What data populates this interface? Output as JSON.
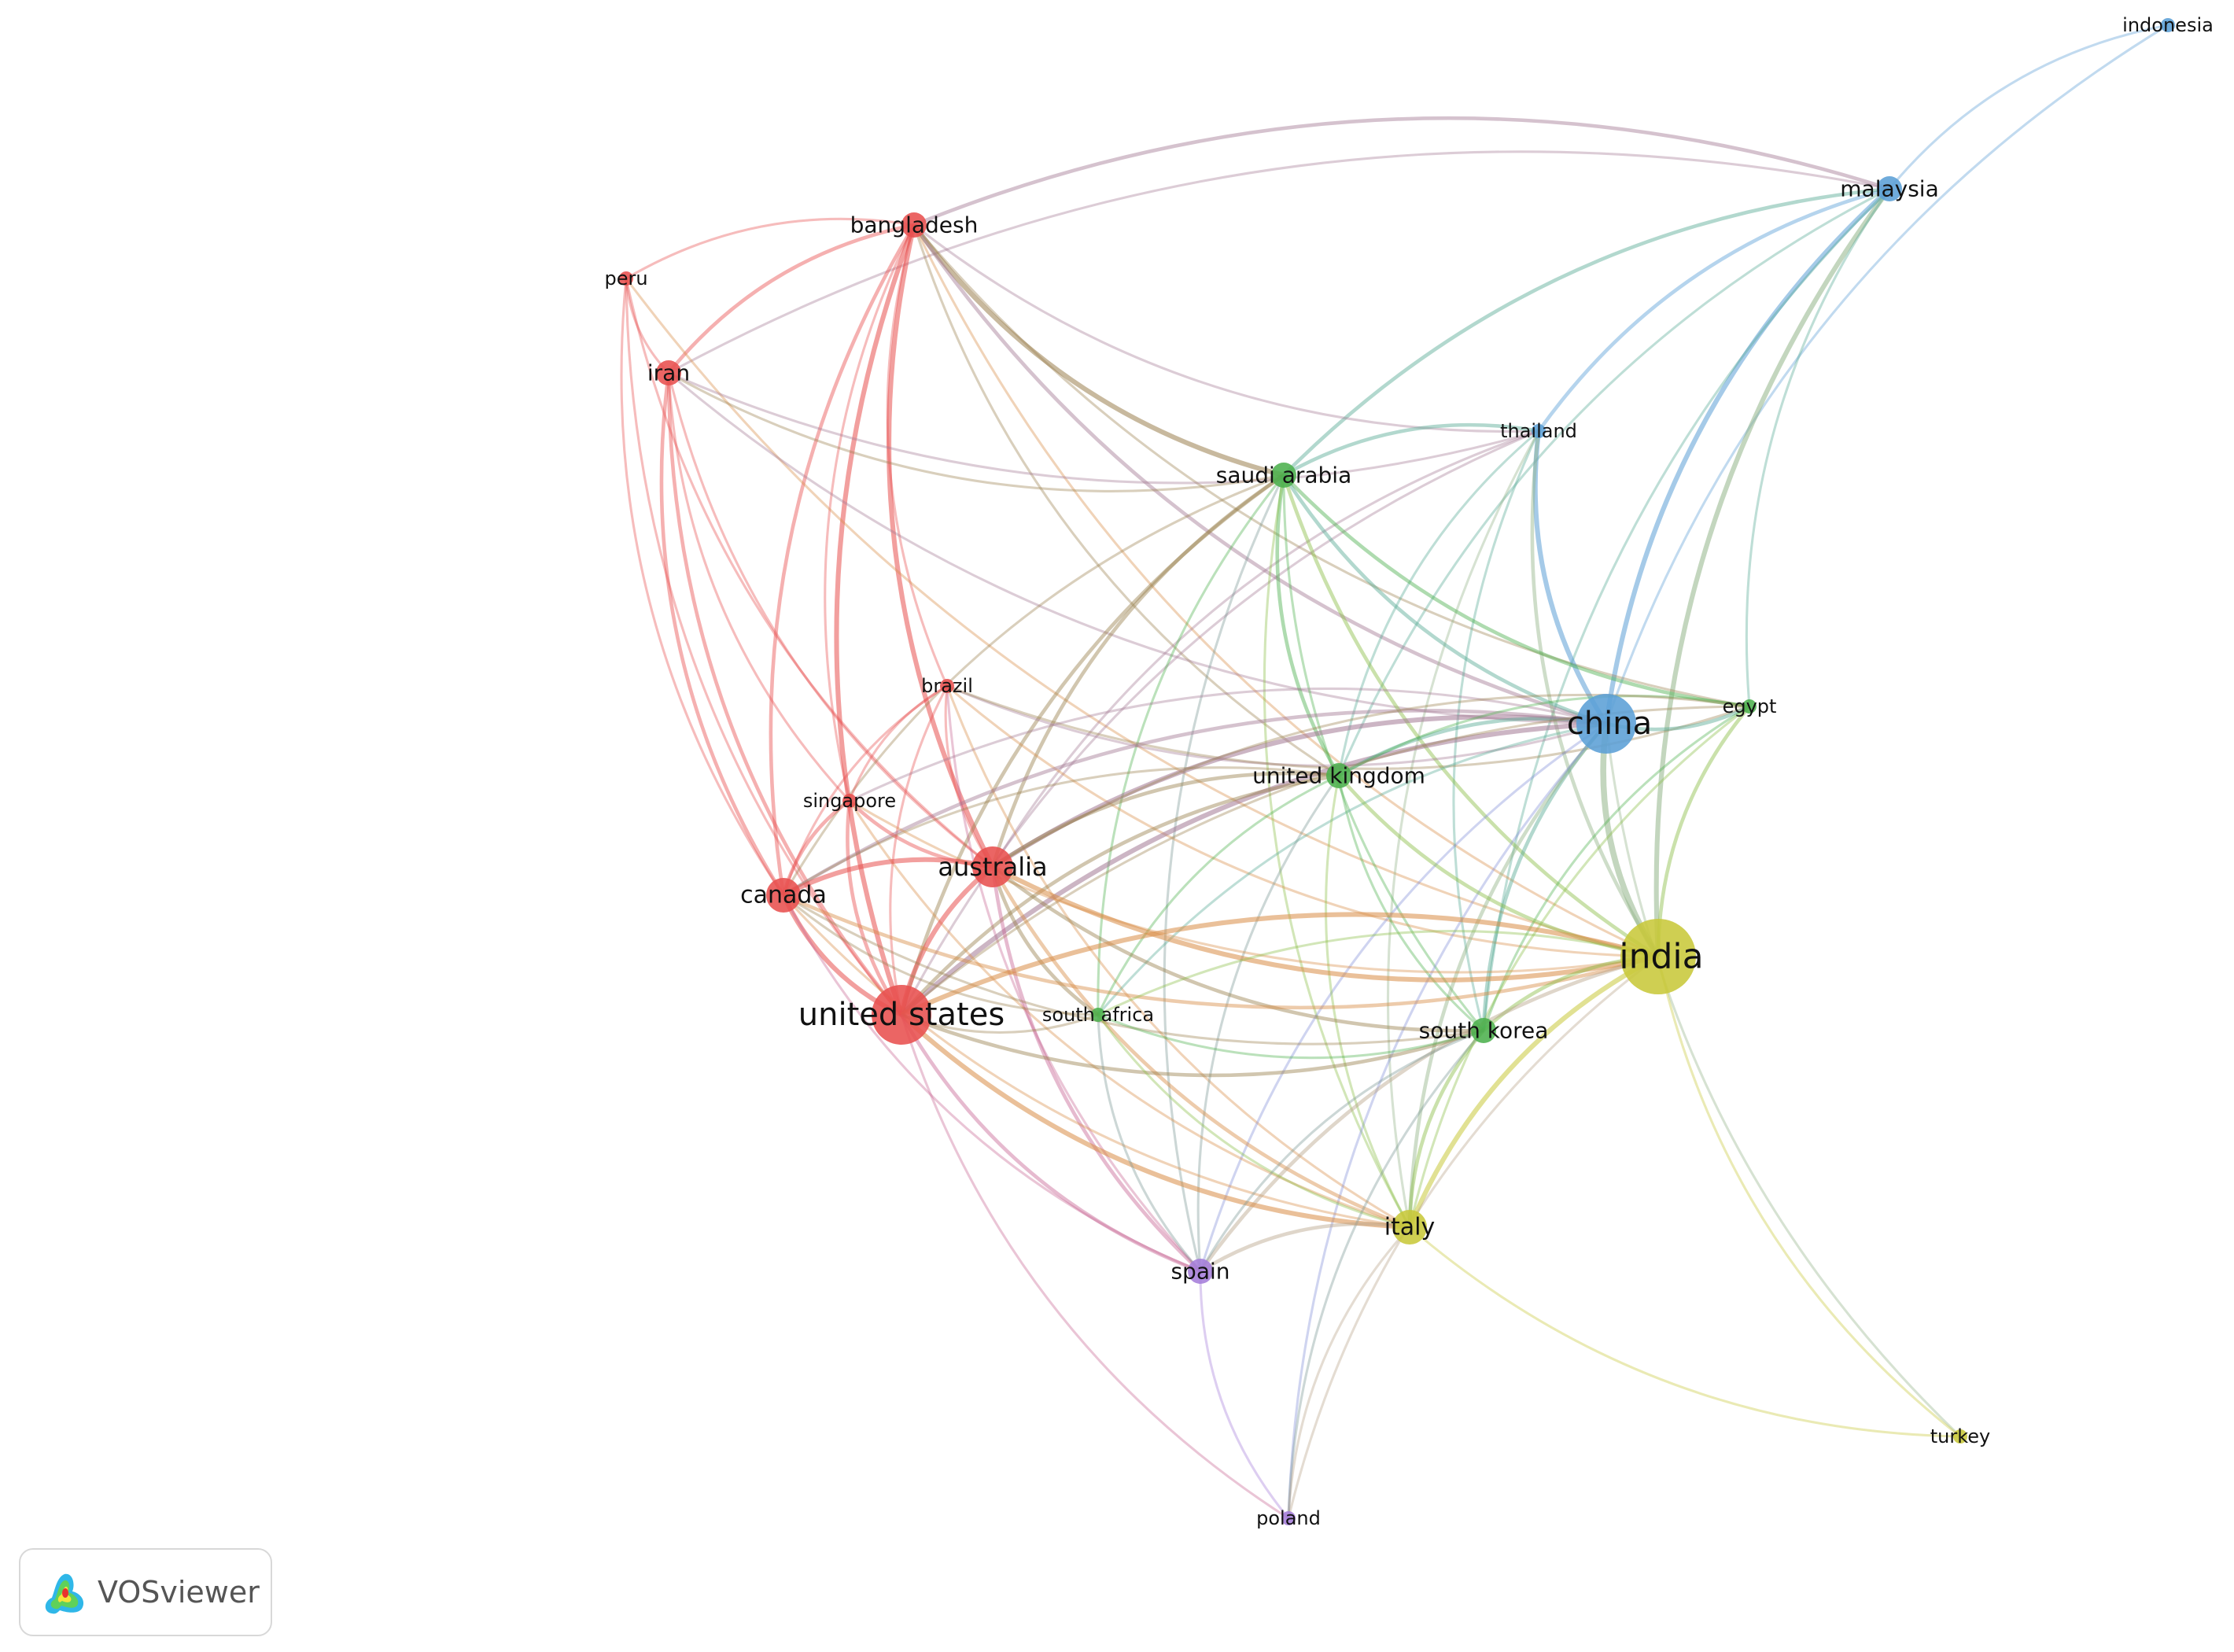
{
  "branding": {
    "app_name": "VOSviewer"
  },
  "cluster_colors": {
    "red": "#e8504f",
    "green": "#4cb04d",
    "blue": "#5b9fd6",
    "yellow": "#c8c83a",
    "purple": "#a57dd9"
  },
  "nodes": [
    {
      "id": "indonesia",
      "label": "indonesia",
      "cluster": "blue",
      "weight": 1
    },
    {
      "id": "malaysia",
      "label": "malaysia",
      "cluster": "blue",
      "weight": 2
    },
    {
      "id": "bangladesh",
      "label": "bangladesh",
      "cluster": "red",
      "weight": 2
    },
    {
      "id": "peru",
      "label": "peru",
      "cluster": "red",
      "weight": 1
    },
    {
      "id": "iran",
      "label": "iran",
      "cluster": "red",
      "weight": 2
    },
    {
      "id": "thailand",
      "label": "thailand",
      "cluster": "blue",
      "weight": 1
    },
    {
      "id": "saudi_arabia",
      "label": "saudi arabia",
      "cluster": "green",
      "weight": 2
    },
    {
      "id": "brazil",
      "label": "brazil",
      "cluster": "red",
      "weight": 1
    },
    {
      "id": "china",
      "label": "china",
      "cluster": "blue",
      "weight": 6
    },
    {
      "id": "egypt",
      "label": "egypt",
      "cluster": "green",
      "weight": 1
    },
    {
      "id": "united_kingdom",
      "label": "united kingdom",
      "cluster": "green",
      "weight": 2
    },
    {
      "id": "singapore",
      "label": "singapore",
      "cluster": "red",
      "weight": 1
    },
    {
      "id": "australia",
      "label": "australia",
      "cluster": "red",
      "weight": 4
    },
    {
      "id": "canada",
      "label": "canada",
      "cluster": "red",
      "weight": 3
    },
    {
      "id": "india",
      "label": "india",
      "cluster": "yellow",
      "weight": 7
    },
    {
      "id": "united_states",
      "label": "united states",
      "cluster": "red",
      "weight": 6
    },
    {
      "id": "south_africa",
      "label": "south africa",
      "cluster": "green",
      "weight": 1
    },
    {
      "id": "south_korea",
      "label": "south korea",
      "cluster": "green",
      "weight": 2
    },
    {
      "id": "italy",
      "label": "italy",
      "cluster": "yellow",
      "weight": 3
    },
    {
      "id": "spain",
      "label": "spain",
      "cluster": "purple",
      "weight": 2
    },
    {
      "id": "turkey",
      "label": "turkey",
      "cluster": "yellow",
      "weight": 1
    },
    {
      "id": "poland",
      "label": "poland",
      "cluster": "purple",
      "weight": 1
    }
  ],
  "links": [
    [
      "indonesia",
      "malaysia",
      1
    ],
    [
      "indonesia",
      "china",
      1
    ],
    [
      "malaysia",
      "china",
      3
    ],
    [
      "malaysia",
      "thailand",
      2
    ],
    [
      "malaysia",
      "india",
      3
    ],
    [
      "malaysia",
      "saudi_arabia",
      2
    ],
    [
      "malaysia",
      "bangladesh",
      2
    ],
    [
      "malaysia",
      "egypt",
      1
    ],
    [
      "malaysia",
      "united_kingdom",
      1
    ],
    [
      "malaysia",
      "south_korea",
      1
    ],
    [
      "malaysia",
      "iran",
      1
    ],
    [
      "bangladesh",
      "peru",
      1
    ],
    [
      "bangladesh",
      "iran",
      2
    ],
    [
      "bangladesh",
      "saudi_arabia",
      3
    ],
    [
      "bangladesh",
      "china",
      2
    ],
    [
      "bangladesh",
      "australia",
      3
    ],
    [
      "bangladesh",
      "united_states",
      3
    ],
    [
      "bangladesh",
      "canada",
      2
    ],
    [
      "bangladesh",
      "singapore",
      1
    ],
    [
      "bangladesh",
      "india",
      1
    ],
    [
      "bangladesh",
      "brazil",
      1
    ],
    [
      "bangladesh",
      "thailand",
      1
    ],
    [
      "bangladesh",
      "egypt",
      1
    ],
    [
      "bangladesh",
      "united_kingdom",
      1
    ],
    [
      "peru",
      "iran",
      1
    ],
    [
      "peru",
      "australia",
      1
    ],
    [
      "peru",
      "canada",
      1
    ],
    [
      "peru",
      "united_states",
      1
    ],
    [
      "peru",
      "india",
      1
    ],
    [
      "iran",
      "canada",
      2
    ],
    [
      "iran",
      "united_states",
      2
    ],
    [
      "iran",
      "australia",
      1
    ],
    [
      "iran",
      "singapore",
      1
    ],
    [
      "iran",
      "thailand",
      1
    ],
    [
      "iran",
      "saudi_arabia",
      1
    ],
    [
      "iran",
      "china",
      1
    ],
    [
      "thailand",
      "china",
      3
    ],
    [
      "thailand",
      "saudi_arabia",
      2
    ],
    [
      "thailand",
      "india",
      2
    ],
    [
      "thailand",
      "united_kingdom",
      1
    ],
    [
      "thailand",
      "south_korea",
      1
    ],
    [
      "thailand",
      "australia",
      1
    ],
    [
      "thailand",
      "italy",
      1
    ],
    [
      "thailand",
      "united_states",
      1
    ],
    [
      "saudi_arabia",
      "china",
      2
    ],
    [
      "saudi_arabia",
      "india",
      2
    ],
    [
      "saudi_arabia",
      "egypt",
      2
    ],
    [
      "saudi_arabia",
      "australia",
      2
    ],
    [
      "saudi_arabia",
      "united_states",
      2
    ],
    [
      "saudi_arabia",
      "united_kingdom",
      2
    ],
    [
      "saudi_arabia",
      "south_korea",
      1
    ],
    [
      "saudi_arabia",
      "canada",
      1
    ],
    [
      "saudi_arabia",
      "south_africa",
      1
    ],
    [
      "saudi_arabia",
      "italy",
      1
    ],
    [
      "saudi_arabia",
      "spain",
      1
    ],
    [
      "brazil",
      "australia",
      1
    ],
    [
      "brazil",
      "united_states",
      1
    ],
    [
      "brazil",
      "canada",
      1
    ],
    [
      "brazil",
      "singapore",
      1
    ],
    [
      "brazil",
      "china",
      1
    ],
    [
      "brazil",
      "india",
      1
    ],
    [
      "brazil",
      "italy",
      1
    ],
    [
      "brazil",
      "spain",
      1
    ],
    [
      "brazil",
      "egypt",
      1
    ],
    [
      "china",
      "india",
      4
    ],
    [
      "china",
      "australia",
      3
    ],
    [
      "china",
      "united_states",
      3
    ],
    [
      "china",
      "united_kingdom",
      2
    ],
    [
      "china",
      "egypt",
      2
    ],
    [
      "china",
      "south_korea",
      2
    ],
    [
      "china",
      "italy",
      2
    ],
    [
      "china",
      "canada",
      2
    ],
    [
      "china",
      "singapore",
      1
    ],
    [
      "china",
      "south_africa",
      1
    ],
    [
      "china",
      "spain",
      1
    ],
    [
      "china",
      "poland",
      1
    ],
    [
      "china",
      "turkey",
      1
    ],
    [
      "egypt",
      "india",
      2
    ],
    [
      "egypt",
      "south_korea",
      1
    ],
    [
      "egypt",
      "united_kingdom",
      1
    ],
    [
      "egypt",
      "australia",
      1
    ],
    [
      "egypt",
      "united_states",
      1
    ],
    [
      "egypt",
      "italy",
      1
    ],
    [
      "united_kingdom",
      "india",
      2
    ],
    [
      "united_kingdom",
      "australia",
      2
    ],
    [
      "united_kingdom",
      "united_states",
      2
    ],
    [
      "united_kingdom",
      "south_korea",
      1
    ],
    [
      "united_kingdom",
      "italy",
      1
    ],
    [
      "united_kingdom",
      "canada",
      1
    ],
    [
      "united_kingdom",
      "south_africa",
      1
    ],
    [
      "united_kingdom",
      "spain",
      1
    ],
    [
      "singapore",
      "australia",
      2
    ],
    [
      "singapore",
      "united_states",
      2
    ],
    [
      "singapore",
      "canada",
      2
    ],
    [
      "singapore",
      "india",
      1
    ],
    [
      "singapore",
      "italy",
      1
    ],
    [
      "australia",
      "united_states",
      3
    ],
    [
      "australia",
      "canada",
      3
    ],
    [
      "australia",
      "india",
      3
    ],
    [
      "australia",
      "italy",
      2
    ],
    [
      "australia",
      "south_korea",
      2
    ],
    [
      "australia",
      "south_africa",
      2
    ],
    [
      "australia",
      "spain",
      2
    ],
    [
      "canada",
      "united_states",
      3
    ],
    [
      "canada",
      "india",
      2
    ],
    [
      "canada",
      "italy",
      1
    ],
    [
      "canada",
      "south_korea",
      1
    ],
    [
      "canada",
      "spain",
      1
    ],
    [
      "canada",
      "south_africa",
      1
    ],
    [
      "india",
      "united_states",
      3
    ],
    [
      "india",
      "south_korea",
      2
    ],
    [
      "india",
      "italy",
      3
    ],
    [
      "india",
      "spain",
      2
    ],
    [
      "india",
      "turkey",
      1
    ],
    [
      "india",
      "south_africa",
      1
    ],
    [
      "india",
      "poland",
      1
    ],
    [
      "united_states",
      "italy",
      3
    ],
    [
      "united_states",
      "south_korea",
      2
    ],
    [
      "united_states",
      "spain",
      2
    ],
    [
      "united_states",
      "south_africa",
      1
    ],
    [
      "united_states",
      "poland",
      1
    ],
    [
      "south_africa",
      "spain",
      1
    ],
    [
      "south_africa",
      "italy",
      1
    ],
    [
      "south_africa",
      "south_korea",
      1
    ],
    [
      "south_korea",
      "italy",
      2
    ],
    [
      "south_korea",
      "spain",
      1
    ],
    [
      "south_korea",
      "poland",
      1
    ],
    [
      "italy",
      "spain",
      2
    ],
    [
      "italy",
      "turkey",
      1
    ],
    [
      "italy",
      "poland",
      1
    ],
    [
      "spain",
      "poland",
      1
    ]
  ]
}
